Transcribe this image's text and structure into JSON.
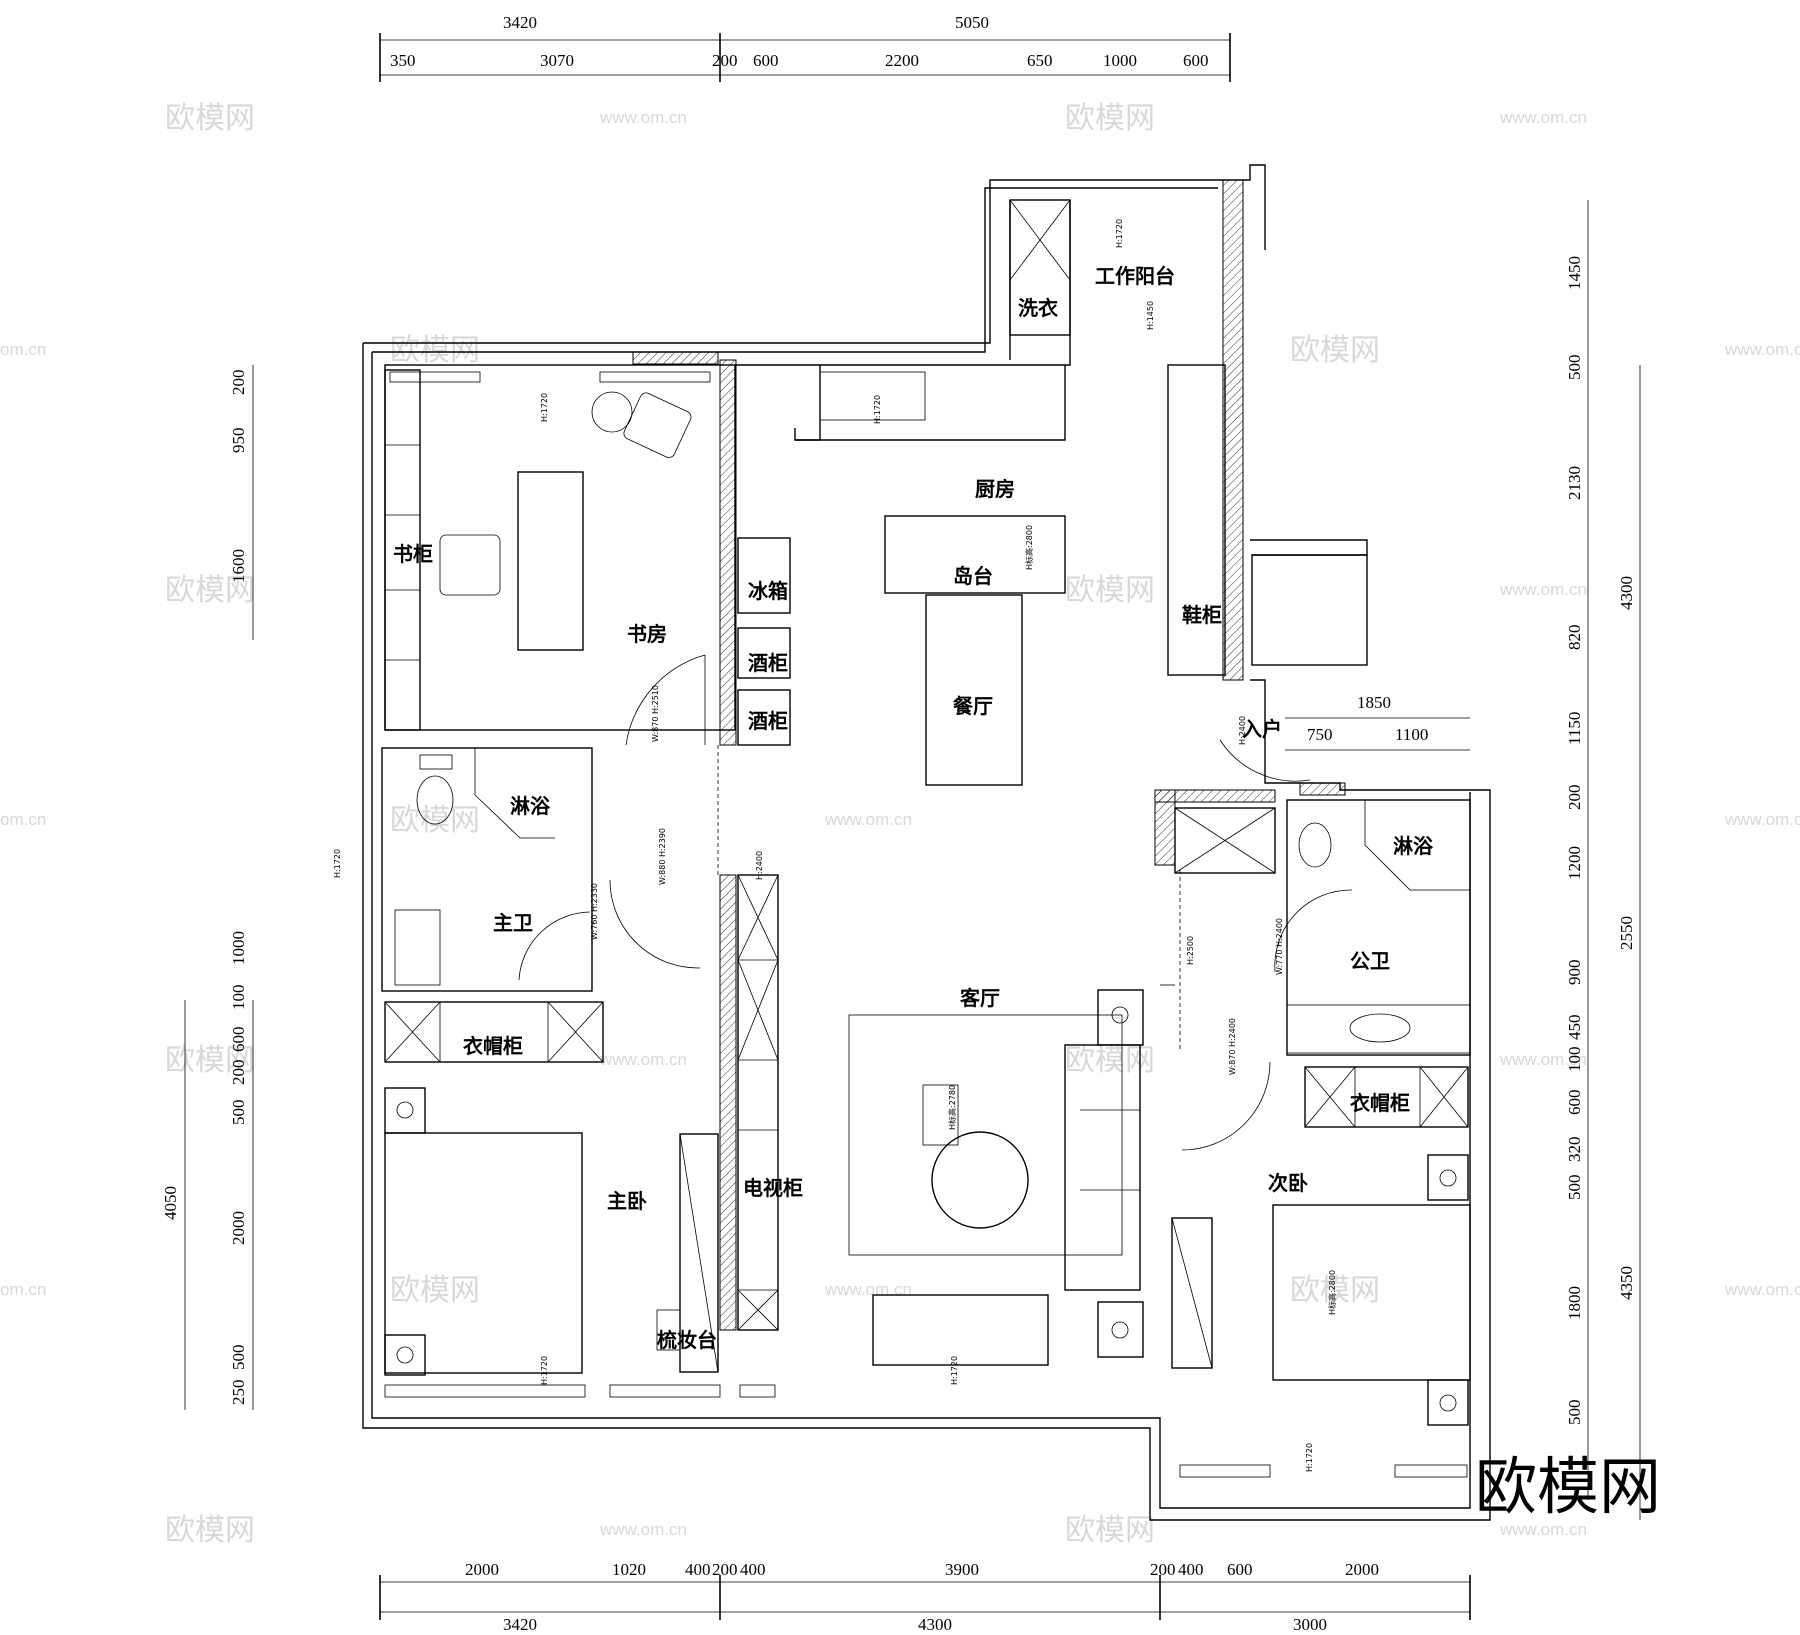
{
  "rooms": {
    "work_balcony": "工作阳台",
    "laundry": "洗衣",
    "kitchen": "厨房",
    "island": "岛台",
    "dining": "餐厅",
    "study": "书房",
    "bookcase": "书柜",
    "fridge": "冰箱",
    "wine_cabinet_1": "酒柜",
    "wine_cabinet_2": "酒柜",
    "shoe_cabinet": "鞋柜",
    "entrance": "入户",
    "shower_master": "淋浴",
    "master_bath": "主卫",
    "wardrobe_master": "衣帽柜",
    "master_bedroom": "主卧",
    "dresser": "梳妆台",
    "tv_cabinet": "电视柜",
    "living_room": "客厅",
    "shower_public": "淋浴",
    "public_bath": "公卫",
    "wardrobe_second": "衣帽柜",
    "second_bedroom": "次卧"
  },
  "annotations": {
    "kitchen_sink": "H:1720",
    "island_height": "H标高:2800",
    "study_window": "H:1720",
    "study_door": "W:870 H:2510",
    "balcony_window": "H:1720",
    "balcony_door": "H:1450",
    "master_bath_window": "H:1720",
    "corridor_height": "H:2400",
    "master_bath_door": "W:880 H:2390",
    "master_bath_door_2": "W:760 H:2330",
    "entry_door": "H:2400",
    "public_bath_door": "W:770 H:2400",
    "corridor_right": "H:2500",
    "second_door": "W:870 H:2400",
    "living_height": "H标高:2780",
    "second_height": "H标高:2800",
    "window_bottom_1": "H:1720",
    "window_bottom_2": "H:1720",
    "window_bottom_3": "H:1720"
  },
  "dimensions": {
    "top_total": [
      "3420",
      "5050"
    ],
    "top_segments": [
      "350",
      "3070",
      "200",
      "600",
      "2200",
      "650",
      "1000",
      "600"
    ],
    "bottom_segments": [
      "2000",
      "1020",
      "400",
      "200",
      "400",
      "3900",
      "200",
      "400",
      "600",
      "2000"
    ],
    "bottom_total": [
      "3420",
      "4300",
      "3000"
    ],
    "left_upper": [
      "200",
      "950",
      "1600"
    ],
    "left_lower": [
      "1000",
      "100",
      "600",
      "200",
      "500",
      "2000",
      "500",
      "250"
    ],
    "left_total": "4050",
    "right_segments": [
      "1450",
      "500",
      "2130",
      "820",
      "1150",
      "200",
      "1200",
      "900",
      "450",
      "100",
      "600",
      "320",
      "500",
      "1800",
      "500"
    ],
    "right_totals": [
      "4300",
      "2550",
      "4350"
    ],
    "entry_total": "1850",
    "entry_segments": [
      "750",
      "1100"
    ]
  },
  "watermark": {
    "brand": "欧模网",
    "url": "www.om.cn",
    "url_short": "om.cn"
  }
}
